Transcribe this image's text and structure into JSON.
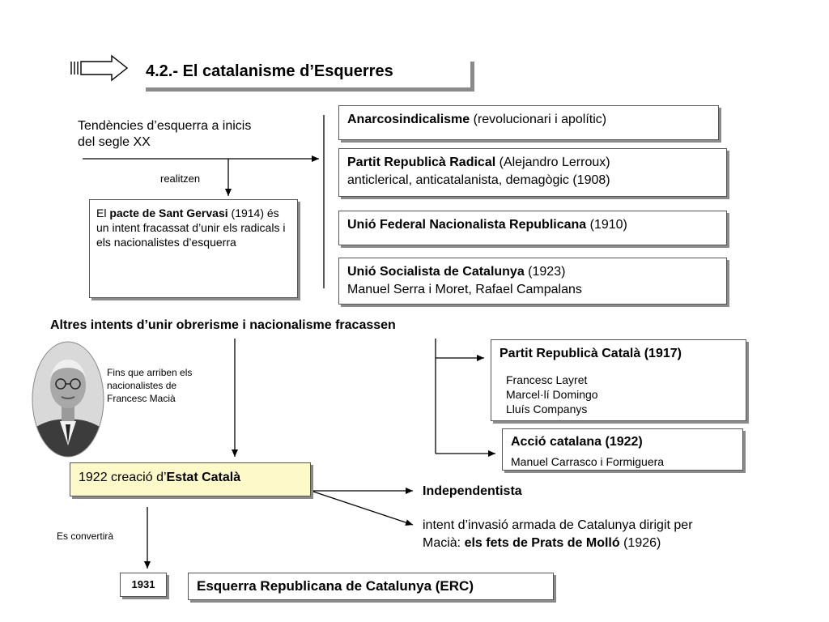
{
  "title": "4.2.- El catalanisme d’Esquerres",
  "intro": {
    "line1": "Tendències d’esquerra a inicis",
    "line2": "del segle XX",
    "realitzen": "realitzen"
  },
  "pacte": {
    "pre": "El ",
    "bold": "pacte de Sant Gervasi",
    "rest": "(1914) és un intent fracassat d’unir els radicals i els nacionalistes d’esquerra"
  },
  "parties": [
    {
      "bold": "Anarcosindicalisme",
      "rest": " (revolucionari i apolític)",
      "line2": ""
    },
    {
      "bold": "Partit Republicà Radical",
      "rest": " (Alejandro Lerroux)",
      "line2": "anticlerical, anticatalanista, demagògic (1908)"
    },
    {
      "bold": "Unió Federal Nacionalista Republicana",
      "rest": " (1910)",
      "line2": ""
    },
    {
      "bold": "Unió Socialista de Catalunya",
      "rest": " (1923)",
      "line2": "Manuel Serra i Moret, Rafael Campalans"
    }
  ],
  "altres": "Altres intents d’unir obrerisme i nacionalisme fracassen",
  "macia_caption": {
    "l1": "Fins que arriben els",
    "l2": "nacionalistes de",
    "l3": "Francesc Macià"
  },
  "prc": {
    "title": "Partit Republicà Català (1917)",
    "members": [
      "Francesc Layret",
      "Marcel·lí Domingo",
      "Lluís Companys"
    ]
  },
  "accio": {
    "title": "Acció catalana (1922)",
    "sub": "Manuel Carrasco i Formiguera"
  },
  "estat": {
    "pre": "1922 creació d’",
    "bold": "Estat Català"
  },
  "independentista": "Independentista",
  "invasio": {
    "line1": "intent d’invasió armada de Catalunya dirigit per",
    "pre": "Macià: ",
    "bold": "els fets de Prats de Molló",
    "post": " (1926)"
  },
  "es_convertira": "Es convertirà",
  "year_1931": "1931",
  "erc": "Esquerra Republicana de Catalunya (ERC)",
  "colors": {
    "estat_fill": "#fdf9c8",
    "shadow": "#8a8a8a",
    "border": "#555555"
  },
  "icons": {
    "title_arrow": "hollow-right-arrow-icon",
    "portrait": "francesc-macia-portrait"
  }
}
